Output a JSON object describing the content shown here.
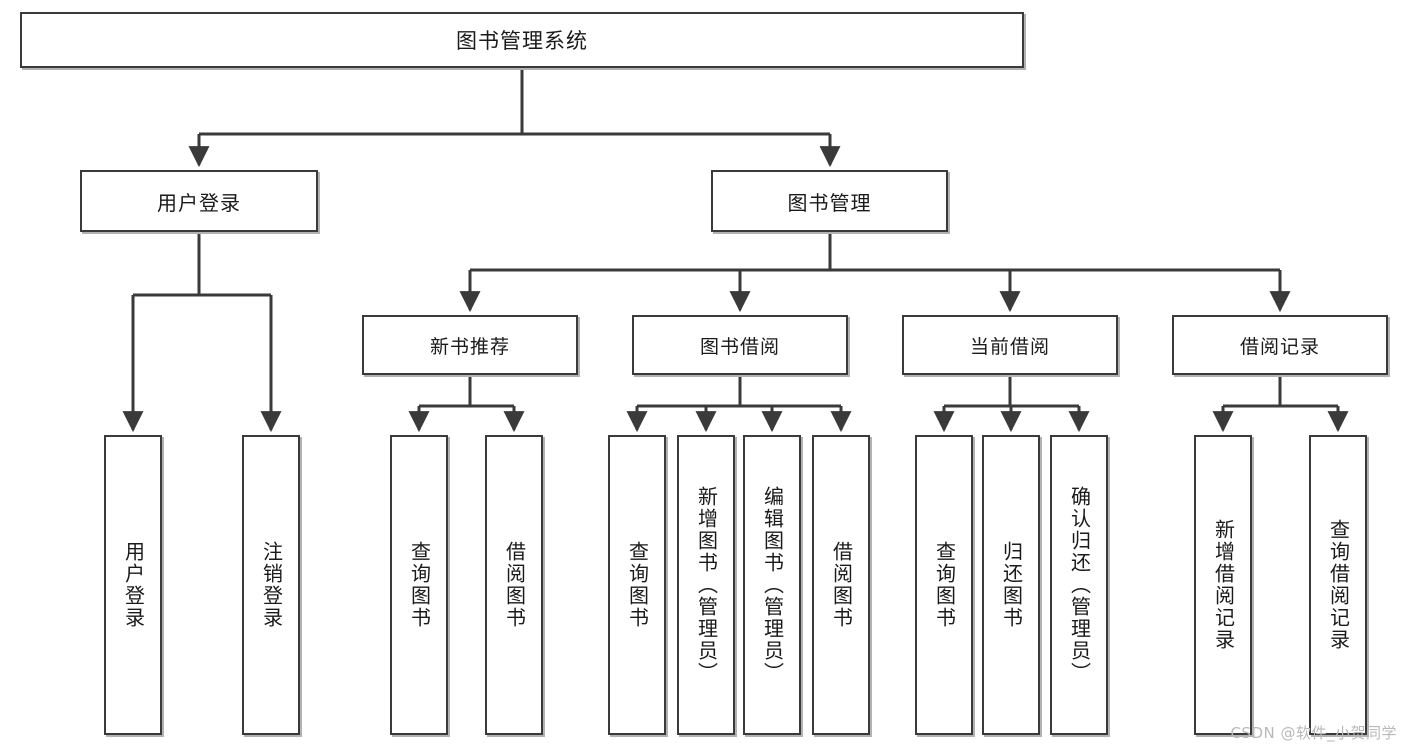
{
  "diagram": {
    "title": "图书管理系统",
    "type": "hierarchy-tree",
    "root": {
      "label": "图书管理系统"
    },
    "level2": [
      {
        "label": "用户登录"
      },
      {
        "label": "图书管理"
      }
    ],
    "level3": [
      {
        "label": "新书推荐"
      },
      {
        "label": "图书借阅"
      },
      {
        "label": "当前借阅"
      },
      {
        "label": "借阅记录"
      }
    ],
    "leaves": {
      "user_login": [
        {
          "label": "用户登录"
        },
        {
          "label": "注销登录"
        }
      ],
      "new_book_recommend": [
        {
          "label": "查询图书"
        },
        {
          "label": "借阅图书"
        }
      ],
      "book_borrow": [
        {
          "label": "查询图书"
        },
        {
          "label": "新增图书（管理员）"
        },
        {
          "label": "编辑图书（管理员）"
        },
        {
          "label": "借阅图书"
        }
      ],
      "current_borrow": [
        {
          "label": "查询图书"
        },
        {
          "label": "归还图书"
        },
        {
          "label": "确认归还（管理员）"
        }
      ],
      "borrow_record": [
        {
          "label": "新增借阅记录"
        },
        {
          "label": "查询借阅记录"
        }
      ]
    }
  },
  "watermark": {
    "text": "CSDN @软件_小贺同学"
  },
  "colors": {
    "box_border": "#3a3a3a",
    "box_fill": "#ffffff",
    "connector": "#3a3a3a",
    "text": "#1a1a1a",
    "watermark": "#b9b9b9"
  }
}
